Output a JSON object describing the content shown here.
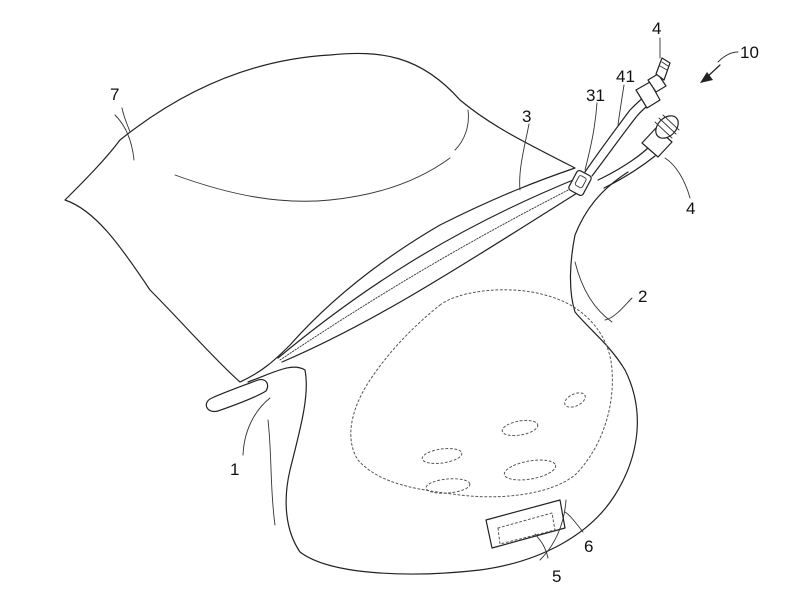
{
  "labels": {
    "ref_1": "1",
    "ref_2": "2",
    "ref_3": "3",
    "ref_31": "31",
    "ref_4_top": "4",
    "ref_4_right": "4",
    "ref_41": "41",
    "ref_5": "5",
    "ref_6": "6",
    "ref_7": "7",
    "ref_10": "10"
  },
  "colors": {
    "line": "#222222",
    "background": "#ffffff"
  }
}
